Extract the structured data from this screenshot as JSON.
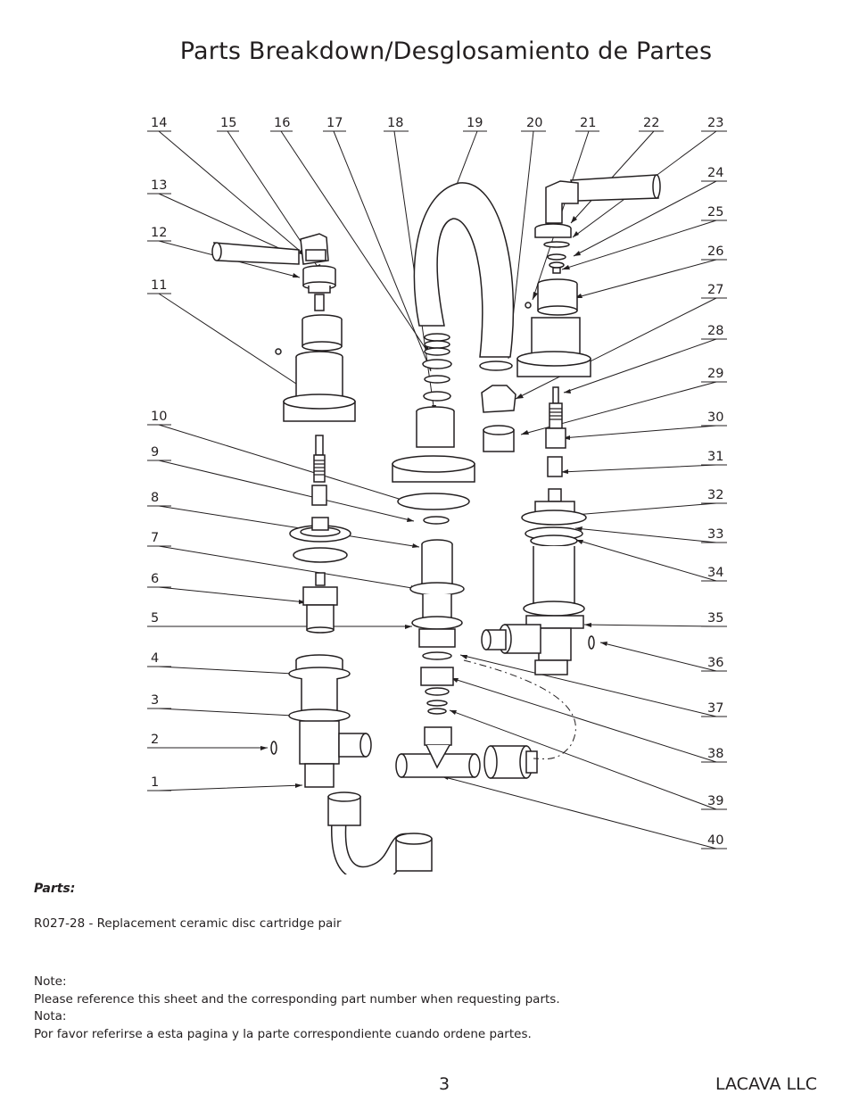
{
  "title": "Parts Breakdown/Desglosamiento de Partes",
  "callouts_left": [
    "14",
    "15",
    "16",
    "17",
    "18",
    "19",
    "20",
    "21",
    "22",
    "23",
    "13",
    "12",
    "11",
    "10",
    "9",
    "8",
    "7",
    "6",
    "5",
    "4",
    "3",
    "2",
    "1"
  ],
  "callouts_right": [
    "24",
    "25",
    "26",
    "27",
    "28",
    "29",
    "30",
    "31",
    "32",
    "33",
    "34",
    "35",
    "36",
    "37",
    "38",
    "39",
    "40"
  ],
  "parts": {
    "heading": "Parts:",
    "line": "R027-28 - Replacement ceramic disc cartridge pair"
  },
  "note": {
    "label_en": "Note:",
    "text_en": "Please reference this sheet and the corresponding part number when requesting parts.",
    "label_es": "Nota:",
    "text_es": "Por favor referirse a esta pagina y la parte correspondiente cuando ordene partes."
  },
  "footer": {
    "page_number": "3",
    "company": "LACAVA LLC"
  }
}
